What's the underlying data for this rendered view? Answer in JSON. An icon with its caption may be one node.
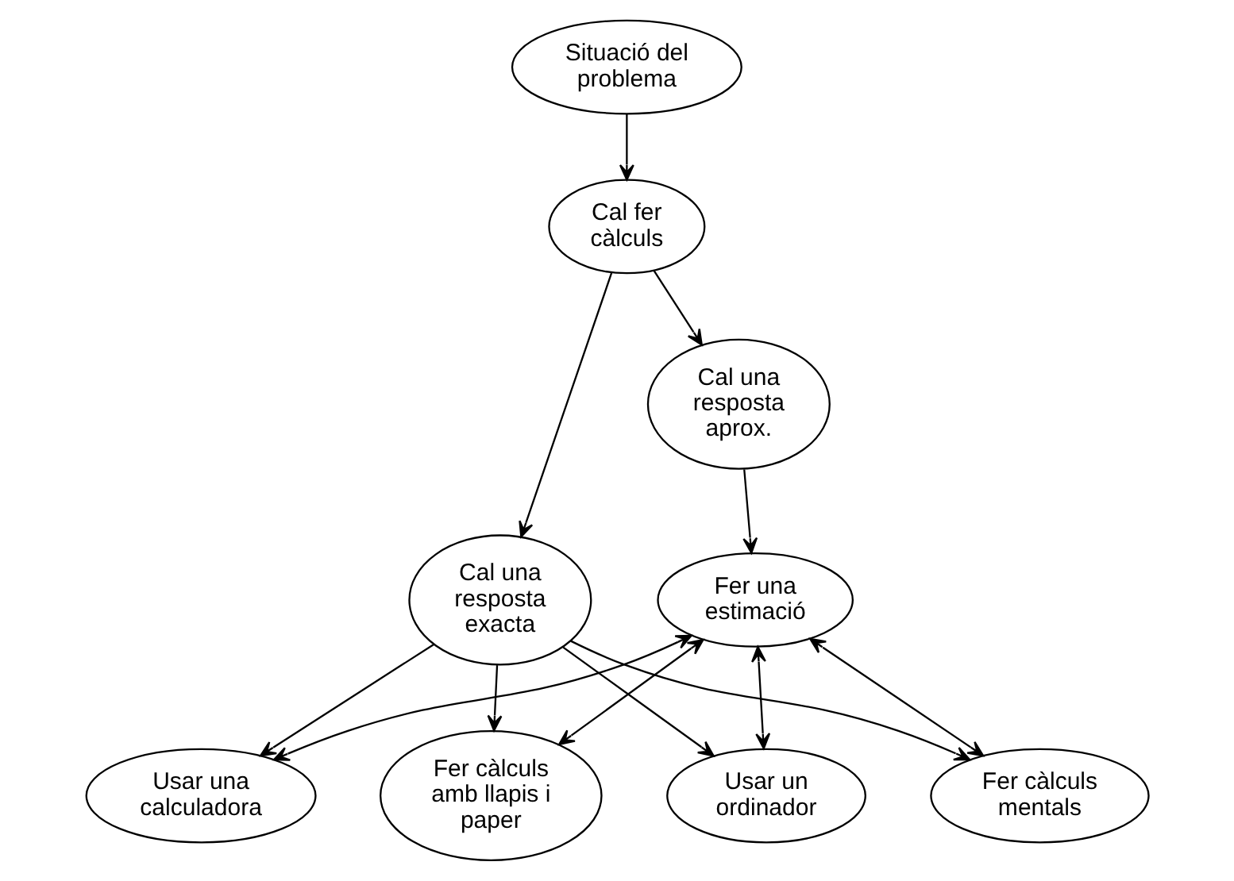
{
  "diagram": {
    "nodes": [
      {
        "text": [
          "Situació del problema"
        ]
      },
      {
        "text": [
          "Cal fer càlculs"
        ]
      },
      {
        "text": [
          "Cal una resposta aprox."
        ]
      },
      {
        "text": [
          "Cal una resposta exacta"
        ]
      },
      {
        "text": [
          "Usar un ordinador"
        ]
      },
      {
        "text": [
          "Fer càlculs mentals"
        ]
      },
      {
        "text": [
          "Usar una calculadora"
        ]
      },
      {
        "text": [
          "Fer càlculs amb llapis i paper"
        ]
      },
      {
        "text": [
          "Fer una estimació"
        ]
      }
    ],
    "edges": [
      {
        "from": 0,
        "to": 1,
        "arrow": "to"
      },
      {
        "from": 1,
        "to": 2,
        "arrow": "to"
      },
      {
        "from": 1,
        "to": 3,
        "arrow": "to"
      },
      {
        "from": 3,
        "to": 4,
        "arrow": "to"
      },
      {
        "from": 3,
        "to": 5,
        "arrow": "to"
      },
      {
        "from": 3,
        "to": 6,
        "arrow": "to"
      },
      {
        "from": 3,
        "to": 7,
        "arrow": "to"
      },
      {
        "from": 2,
        "to": 8,
        "arrow": "to"
      },
      {
        "from": 8,
        "to": 5,
        "arrow": "both"
      },
      {
        "from": 8,
        "to": 7,
        "arrow": "both"
      },
      {
        "from": 8,
        "to": 6,
        "arrow": "both"
      },
      {
        "from": 8,
        "to": 4,
        "arrow": "both"
      }
    ]
  }
}
